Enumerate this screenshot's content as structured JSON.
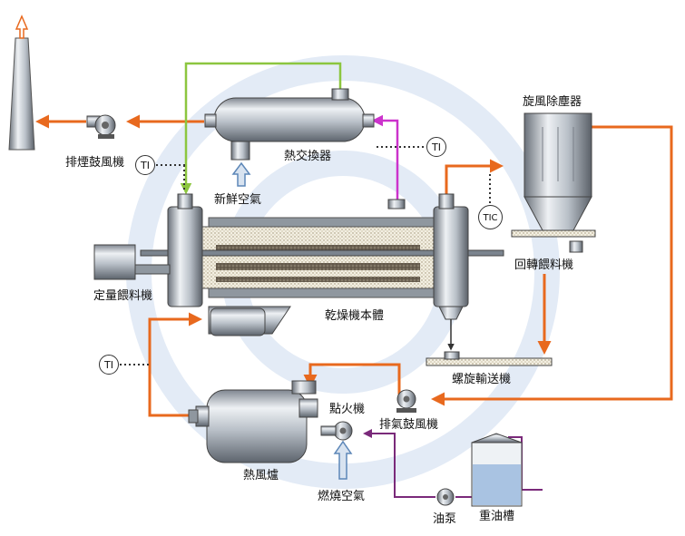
{
  "labels": {
    "exhaust_fan": "排煙鼓風機",
    "heat_exchanger": "熱交換器",
    "fresh_air": "新鮮空氣",
    "cyclone": "旋風除塵器",
    "rotary_feeder": "回轉餵料機",
    "dosing_feeder": "定量餵料機",
    "dryer_body": "乾燥機本體",
    "screw_conveyor": "螺旋輸送機",
    "igniter": "點火機",
    "exhaust_blower": "排氣鼓風機",
    "hot_air_furnace": "熱風爐",
    "combustion_air": "燃燒空氣",
    "oil_pump": "油泵",
    "heavy_oil_tank": "重油槽"
  },
  "instruments": {
    "ti_exhaust": "TI",
    "ti_heat_exchanger": "TI",
    "tic": "TIC",
    "ti_furnace": "TI"
  },
  "colors": {
    "hot_gas": "#e8691e",
    "green_line": "#8cc63f",
    "magenta_line": "#cc33cc",
    "oil_line": "#7a2a7a",
    "fresh_air": "#5d87b8",
    "watermark": "#e3ebf6"
  }
}
